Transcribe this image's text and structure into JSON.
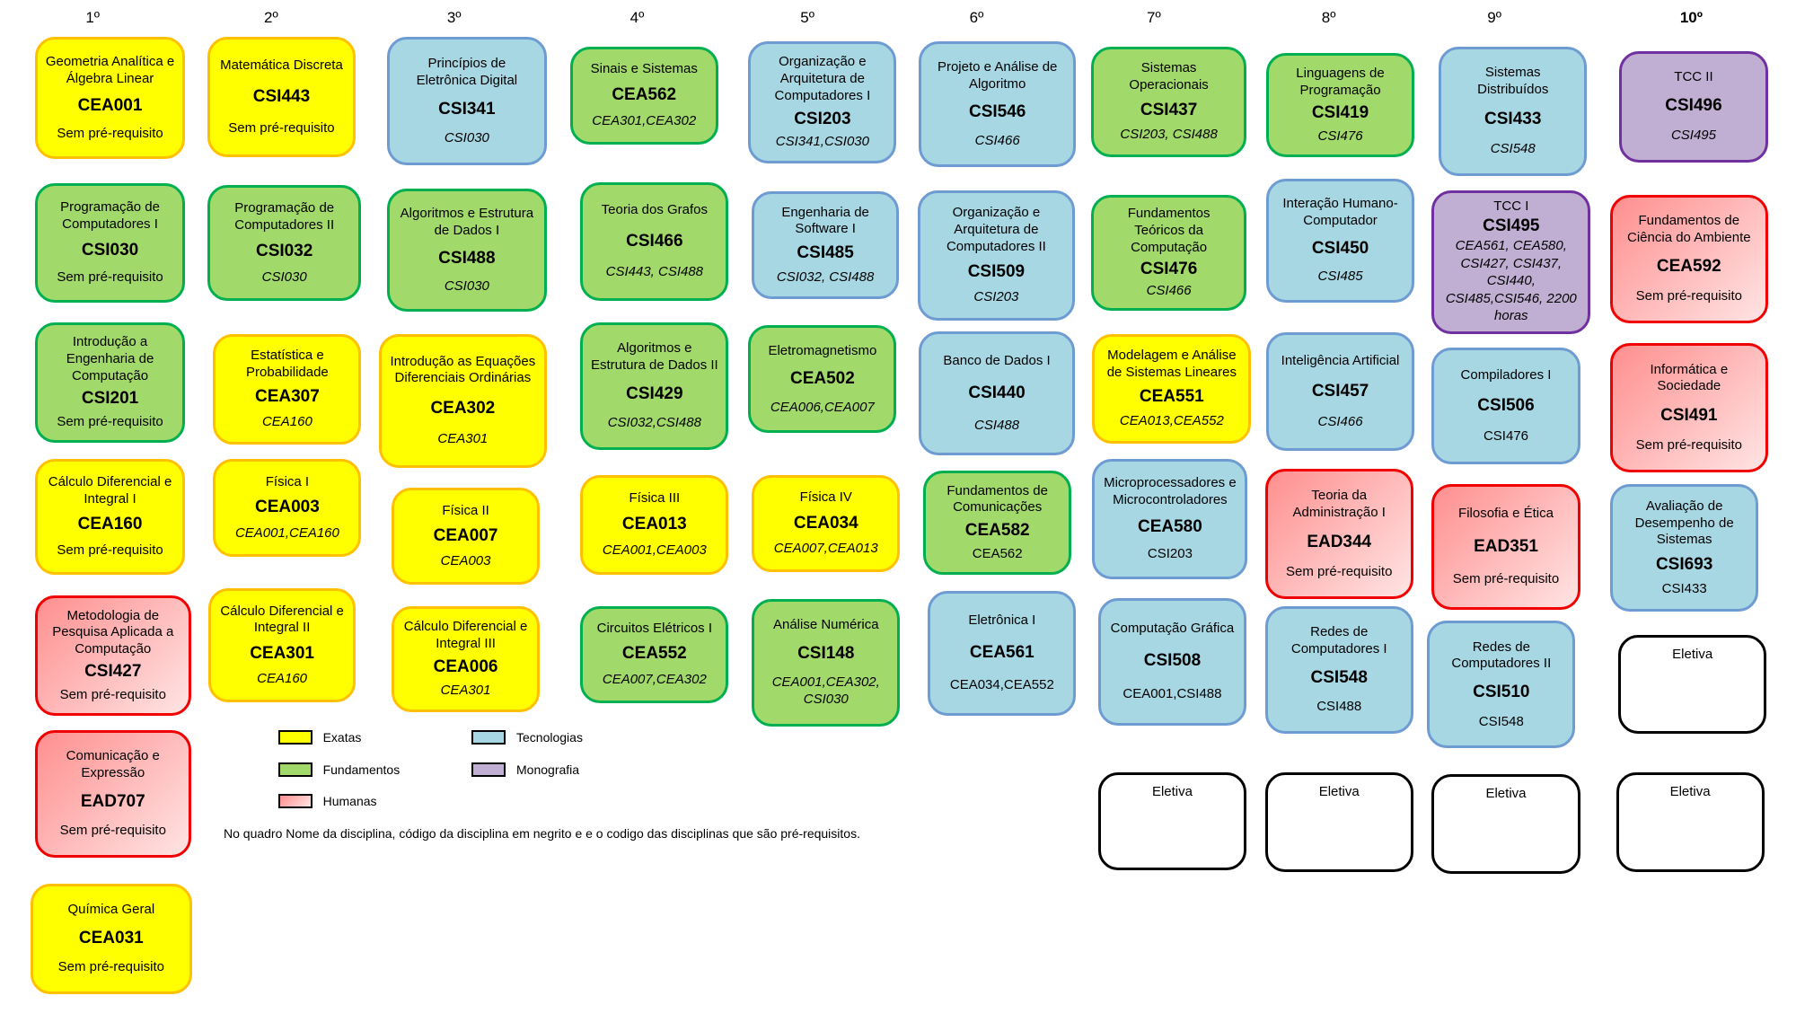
{
  "semesters": [
    "1º",
    "2º",
    "3º",
    "4º",
    "5º",
    "6º",
    "7º",
    "8º",
    "9º",
    "10º"
  ],
  "courses": [
    {
      "title": "Geometria Analítica e Álgebra Linear",
      "code": "CEA001",
      "prereq": "Sem pré-requisito",
      "category": "exatas"
    },
    {
      "title": "Programação de Computadores I",
      "code": "CSI030",
      "prereq": "Sem pré-requisito",
      "category": "fundamentos"
    },
    {
      "title": "Introdução a Engenharia de Computação",
      "code": "CSI201",
      "prereq": "Sem pré-requisito",
      "category": "fundamentos"
    },
    {
      "title": "Cálculo Diferencial e Integral I",
      "code": "CEA160",
      "prereq": "Sem pré-requisito",
      "category": "exatas"
    },
    {
      "title": "Metodologia de Pesquisa Aplicada a Computação",
      "code": "CSI427",
      "prereq": "Sem pré-requisito",
      "category": "humanas"
    },
    {
      "title": "Comunicação e Expressão",
      "code": "EAD707",
      "prereq": "Sem pré-requisito",
      "category": "humanas"
    },
    {
      "title": "Química Geral",
      "code": "CEA031",
      "prereq": "Sem pré-requisito",
      "category": "exatas"
    },
    {
      "title": "Matemática Discreta",
      "code": "CSI443",
      "prereq": "Sem pré-requisito",
      "category": "exatas"
    },
    {
      "title": "Programação de Computadores II",
      "code": "CSI032",
      "prereq": "CSI030",
      "category": "fundamentos"
    },
    {
      "title": "Estatística e Probabilidade",
      "code": "CEA307",
      "prereq": "CEA160",
      "category": "exatas"
    },
    {
      "title": "Física I",
      "code": "CEA003",
      "prereq": "CEA001,CEA160",
      "category": "exatas"
    },
    {
      "title": "Cálculo Diferencial e Integral II",
      "code": "CEA301",
      "prereq": "CEA160",
      "category": "exatas"
    },
    {
      "title": "Princípios de Eletrônica Digital",
      "code": "CSI341",
      "prereq": "CSI030",
      "category": "tecnologias"
    },
    {
      "title": "Algoritmos e Estrutura de Dados I",
      "code": "CSI488",
      "prereq": "CSI030",
      "category": "fundamentos"
    },
    {
      "title": "Introdução as Equações Diferenciais Ordinárias",
      "code": "CEA302",
      "prereq": "CEA301",
      "category": "exatas"
    },
    {
      "title": "Física II",
      "code": "CEA007",
      "prereq": "CEA003",
      "category": "exatas"
    },
    {
      "title": "Cálculo Diferencial e Integral III",
      "code": "CEA006",
      "prereq": "CEA301",
      "category": "exatas"
    },
    {
      "title": "Sinais e Sistemas",
      "code": "CEA562",
      "prereq": "CEA301,CEA302",
      "category": "fundamentos"
    },
    {
      "title": "Teoria dos Grafos",
      "code": "CSI466",
      "prereq": "CSI443, CSI488",
      "category": "fundamentos"
    },
    {
      "title": "Algoritmos e Estrutura de Dados II",
      "code": "CSI429",
      "prereq": "CSI032,CSI488",
      "category": "fundamentos"
    },
    {
      "title": "Física III",
      "code": "CEA013",
      "prereq": "CEA001,CEA003",
      "category": "exatas"
    },
    {
      "title": "Circuitos Elétricos I",
      "code": "CEA552",
      "prereq": "CEA007,CEA302",
      "category": "fundamentos"
    },
    {
      "title": "Organização e Arquitetura de Computadores I",
      "code": "CSI203",
      "prereq": "CSI341,CSI030",
      "category": "tecnologias"
    },
    {
      "title": "Engenharia de Software I",
      "code": "CSI485",
      "prereq": "CSI032, CSI488",
      "category": "tecnologias"
    },
    {
      "title": "Eletromagnetismo",
      "code": "CEA502",
      "prereq": "CEA006,CEA007",
      "category": "fundamentos"
    },
    {
      "title": "Física IV",
      "code": "CEA034",
      "prereq": "CEA007,CEA013",
      "category": "exatas"
    },
    {
      "title": "Análise Numérica",
      "code": "CSI148",
      "prereq": "CEA001,CEA302, CSI030",
      "category": "fundamentos"
    },
    {
      "title": "Projeto e Análise de Algoritmo",
      "code": "CSI546",
      "prereq": "CSI466",
      "category": "tecnologias"
    },
    {
      "title": "Organização e Arquitetura de Computadores II",
      "code": "CSI509",
      "prereq": "CSI203",
      "category": "tecnologias"
    },
    {
      "title": "Banco de Dados I",
      "code": "CSI440",
      "prereq": "CSI488",
      "category": "tecnologias"
    },
    {
      "title": "Fundamentos de Comunicações",
      "code": "CEA582",
      "prereq": "CEA562",
      "category": "fundamentos"
    },
    {
      "title": "Eletrônica I",
      "code": "CEA561",
      "prereq": "CEA034,CEA552",
      "category": "tecnologias"
    },
    {
      "title": "Sistemas Operacionais",
      "code": "CSI437",
      "prereq": "CSI203, CSI488",
      "category": "fundamentos"
    },
    {
      "title": "Fundamentos Teóricos da Computação",
      "code": "CSI476",
      "prereq": "CSI466",
      "category": "fundamentos"
    },
    {
      "title": "Modelagem e Análise de Sistemas Lineares",
      "code": "CEA551",
      "prereq": "CEA013,CEA552",
      "category": "exatas"
    },
    {
      "title": "Microprocessadores e Microcontroladores",
      "code": "CEA580",
      "prereq": "CSI203",
      "category": "tecnologias"
    },
    {
      "title": "Computação Gráfica",
      "code": "CSI508",
      "prereq": "CEA001,CSI488",
      "category": "tecnologias"
    },
    {
      "title": "Eletiva",
      "code": "",
      "prereq": "",
      "category": "eletiva"
    },
    {
      "title": "Linguagens de Programação",
      "code": "CSI419",
      "prereq": "CSI476",
      "category": "fundamentos"
    },
    {
      "title": "Interação Humano-Computador",
      "code": "CSI450",
      "prereq": "CSI485",
      "category": "tecnologias"
    },
    {
      "title": "Inteligência Artificial",
      "code": "CSI457",
      "prereq": "CSI466",
      "category": "tecnologias"
    },
    {
      "title": "Teoria da Administração I",
      "code": "EAD344",
      "prereq": "Sem pré-requisito",
      "category": "humanas"
    },
    {
      "title": "Redes de Computadores I",
      "code": "CSI548",
      "prereq": "CSI488",
      "category": "tecnologias"
    },
    {
      "title": "Eletiva",
      "code": "",
      "prereq": "",
      "category": "eletiva"
    },
    {
      "title": "Sistemas Distribuídos",
      "code": "CSI433",
      "prereq": "CSI548",
      "category": "tecnologias"
    },
    {
      "title": "TCC I",
      "code": "CSI495",
      "prereq": "CEA561, CEA580, CSI427, CSI437, CSI440, CSI485,CSI546, 2200 horas",
      "category": "monografia"
    },
    {
      "title": "Compiladores I",
      "code": "CSI506",
      "prereq": "CSI476",
      "category": "tecnologias"
    },
    {
      "title": "Filosofia e Ética",
      "code": "EAD351",
      "prereq": "Sem pré-requisito",
      "category": "humanas"
    },
    {
      "title": "Redes de Computadores II",
      "code": "CSI510",
      "prereq": "CSI548",
      "category": "tecnologias"
    },
    {
      "title": "Eletiva",
      "code": "",
      "prereq": "",
      "category": "eletiva"
    },
    {
      "title": "TCC II",
      "code": "CSI496",
      "prereq": "CSI495",
      "category": "monografia"
    },
    {
      "title": "Fundamentos de Ciência do Ambiente",
      "code": "CEA592",
      "prereq": "Sem pré-requisito",
      "category": "humanas"
    },
    {
      "title": "Informática e Sociedade",
      "code": "CSI491",
      "prereq": "Sem pré-requisito",
      "category": "humanas"
    },
    {
      "title": "Avaliação de Desempenho de Sistemas",
      "code": "CSI693",
      "prereq": "CSI433",
      "category": "tecnologias"
    },
    {
      "title": "Eletiva",
      "code": "",
      "prereq": "",
      "category": "eletiva"
    },
    {
      "title": "Eletiva",
      "code": "",
      "prereq": "",
      "category": "eletiva"
    }
  ],
  "legend": [
    {
      "label": "Exatas",
      "category": "exatas"
    },
    {
      "label": "Fundamentos",
      "category": "fundamentos"
    },
    {
      "label": "Humanas",
      "category": "humanas"
    },
    {
      "label": "Tecnologias",
      "category": "tecnologias"
    },
    {
      "label": "Monografia",
      "category": "monografia"
    }
  ],
  "note": "No quadro Nome da disciplina, código da disciplina em negrito e e o codigo das disciplinas que são pré-requisitos.",
  "colors": {
    "exatas": "#ffff00",
    "fundamentos": "#a2d96b",
    "tecnologias": "#a7d7e3",
    "humanas": "#ff8f8f",
    "monografia": "#c1afd3"
  }
}
